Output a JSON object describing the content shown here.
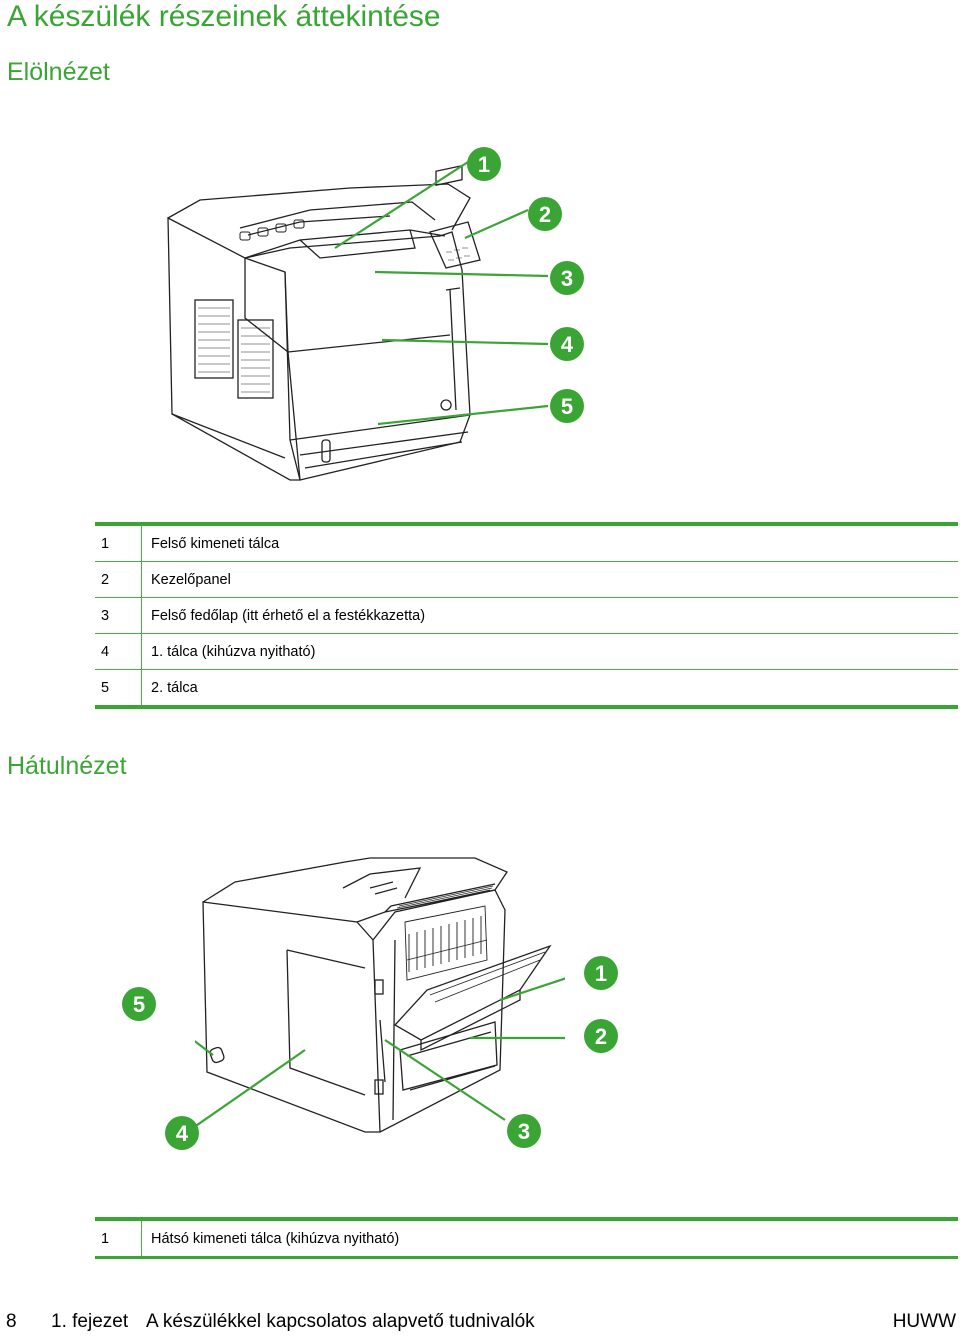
{
  "page": {
    "title": "A készülék részeinek áttekintése",
    "front_heading": "Elölnézet",
    "back_heading": "Hátulnézet"
  },
  "front_callouts": [
    "1",
    "2",
    "3",
    "4",
    "5"
  ],
  "back_callouts": [
    "1",
    "2",
    "3",
    "4",
    "5"
  ],
  "front_table": [
    {
      "num": "1",
      "text": "Felső kimeneti tálca"
    },
    {
      "num": "2",
      "text": "Kezelőpanel"
    },
    {
      "num": "3",
      "text": "Felső fedőlap (itt érhető el a festékkazetta)"
    },
    {
      "num": "4",
      "text": "1. tálca (kihúzva nyitható)"
    },
    {
      "num": "5",
      "text": "2. tálca"
    }
  ],
  "back_table": [
    {
      "num": "1",
      "text": "Hátsó kimeneti tálca (kihúzva nyitható)"
    }
  ],
  "footer": {
    "page_number": "8",
    "chapter": "1. fejezet",
    "chapter_title": "A készülékkel kapcsolatos alapvető tudnivalók",
    "brand": "HUWW"
  },
  "colors": {
    "accent": "#3aa535"
  }
}
